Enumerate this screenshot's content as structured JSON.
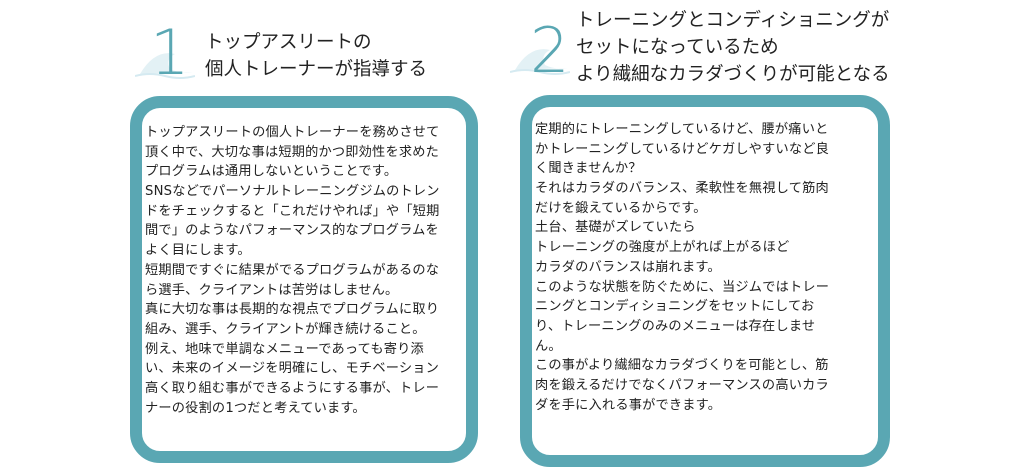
{
  "section1": {
    "number": "1",
    "title_lines": [
      "トップアスリートの",
      "個人トレーナーが指導する"
    ],
    "body_lines": [
      "トップアスリートの個人トレーナーを務めさせて",
      "頂く中で、大切な事は短期的かつ即効性を求めた",
      "プログラムは通用しないということです。",
      "SNSなどでパーソナルトレーニングジムのトレン",
      "ドをチェックすると「これだけやれば」や「短期",
      "間で」のようなパフォーマンス的なプログラムを",
      "よく目にします。",
      "短期間ですぐに結果がでるプログラムがあるのな",
      "ら選手、クライアントは苦労はしません。",
      "真に大切な事は長期的な視点でプログラムに取り",
      "組み、選手、クライアントが輝き続けること。",
      "例え、地味で単調なメニューであっても寄り添",
      "い、未来のイメージを明確にし、モチベーション",
      "高く取り組む事ができるようにする事が、トレー",
      "ナーの役割の1つだと考えています。"
    ]
  },
  "section2": {
    "number": "2",
    "title_lines": [
      "トレーニングとコンディショニングが",
      "セットになっているため",
      "より繊細なカラダづくりが可能となる"
    ],
    "body_lines": [
      "定期的にトレーニングしているけど、腰が痛いと",
      "かトレーニングしているけどケガしやすいなど良",
      "く聞きませんか？",
      "それはカラダのバランス、柔軟性を無視して筋肉",
      "だけを鍛えているからです。",
      "土台、基礎がズレていたら",
      "トレーニングの強度が上がれば上がるほど",
      "カラダのバランスは崩れます。",
      "このような状態を防ぐために、当ジムではトレー",
      "ニングとコンディショニングをセットにしてお",
      "り、トレーニングのみのメニューは存在しませ",
      "ん。",
      "この事がより繊細なカラダづくりを可能とし、筋",
      "肉を鍛えるだけでなくパフォーマンスの高いカラ",
      "ダを手に入れる事ができます。"
    ]
  },
  "colors": {
    "accent": "#5aa7b3",
    "wave": "#dcedf3"
  }
}
